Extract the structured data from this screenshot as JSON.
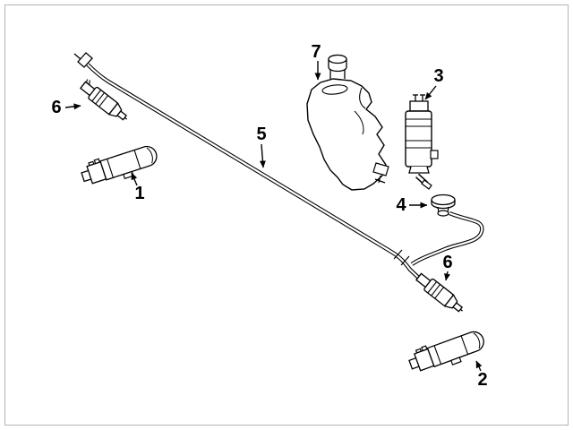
{
  "diagram": {
    "background": "#ffffff",
    "line_color": "#000000",
    "border_color": "#b3b3b3"
  },
  "callouts": {
    "c1": {
      "label": "1"
    },
    "c2": {
      "label": "2"
    },
    "c3": {
      "label": "3"
    },
    "c4": {
      "label": "4"
    },
    "c5": {
      "label": "5"
    },
    "c6a": {
      "label": "6"
    },
    "c6b": {
      "label": "6"
    },
    "c7": {
      "label": "7"
    }
  }
}
